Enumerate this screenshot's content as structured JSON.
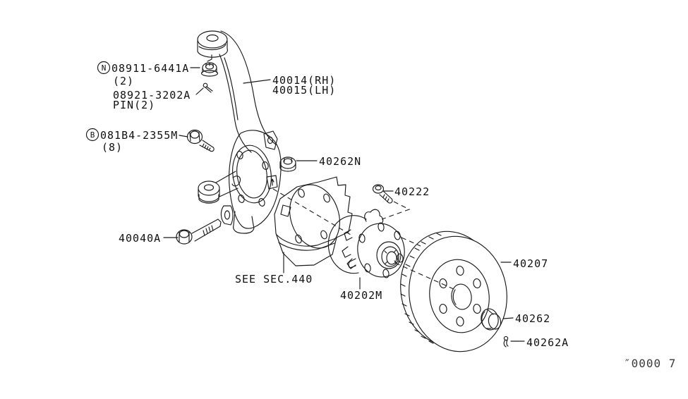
{
  "diagram_type": "parts-exploded-diagram",
  "subject": "front axle knuckle, hub and brake rotor",
  "colors": {
    "line": "#1a1a1a",
    "background": "#ffffff"
  },
  "parts": {
    "castle_nut": {
      "circle": "N",
      "number": "08911-6441A",
      "qty": "(2)"
    },
    "cotter_pin": {
      "number": "08921-3202A",
      "note": "PIN(2)"
    },
    "flange_bolt": {
      "circle": "B",
      "number": "081B4-2355M",
      "qty": "(8)"
    },
    "knuckle_rh": {
      "number": "40014(RH)"
    },
    "knuckle_lh": {
      "number": "40015(LH)"
    },
    "lock_nut": {
      "number": "40262N"
    },
    "hub_bolt": {
      "number": "40222"
    },
    "knuckle_bolt": {
      "number": "40040A"
    },
    "baffle_plate": {
      "number": "SEE SEC.440"
    },
    "hub_assembly": {
      "number": "40202M"
    },
    "brake_rotor": {
      "number": "40207"
    },
    "hub_cap": {
      "number": "40262"
    },
    "cap_pin": {
      "number": "40262A"
    }
  },
  "footer_code": "″0000 7"
}
